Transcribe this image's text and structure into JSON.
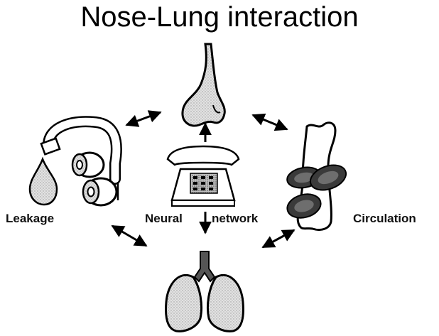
{
  "title": "Nose-Lung interaction",
  "labels": {
    "leakage": "Leakage",
    "neural": "Neural",
    "network": "network",
    "circulation": "Circulation"
  },
  "icons": {
    "nose": "nose-icon",
    "mask": "nasal-mask-icon",
    "drop": "droplet-icon",
    "telephone": "telephone-icon",
    "blood": "blood-vessel-icon",
    "lungs": "lungs-icon"
  }
}
